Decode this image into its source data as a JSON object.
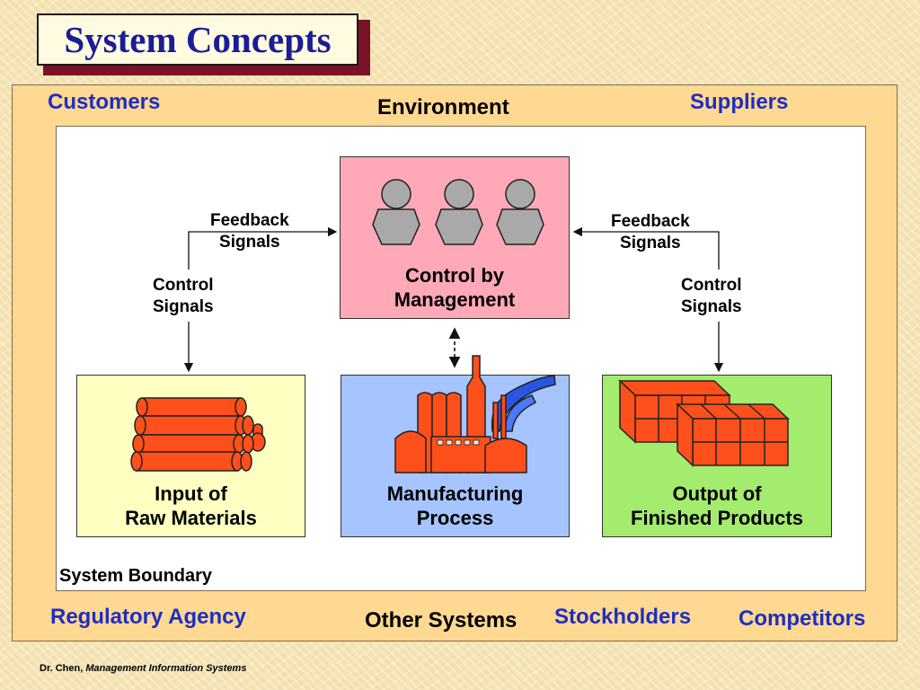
{
  "slide": {
    "title": "System Concepts",
    "footer_author": "Dr. Chen,",
    "footer_course": "Management Information Systems"
  },
  "environment": {
    "label": "Environment",
    "customers": "Customers",
    "suppliers": "Suppliers",
    "regulatory_agency": "Regulatory Agency",
    "other_systems": "Other Systems",
    "stockholders": "Stockholders",
    "competitors": "Competitors"
  },
  "system": {
    "boundary_label": "System Boundary",
    "management": {
      "line1": "Control by",
      "line2": "Management"
    },
    "input": {
      "line1": "Input of",
      "line2": "Raw Materials"
    },
    "process": {
      "line1": "Manufacturing",
      "line2": "Process"
    },
    "output": {
      "line1": "Output of",
      "line2": "Finished Products"
    }
  },
  "signals": {
    "feedback_left": {
      "line1": "Feedback",
      "line2": "Signals"
    },
    "feedback_right": {
      "line1": "Feedback",
      "line2": "Signals"
    },
    "control_left": {
      "line1": "Control",
      "line2": "Signals"
    },
    "control_right": {
      "line1": "Control",
      "line2": "Signals"
    }
  },
  "colors": {
    "title_text": "#1b1c98",
    "environment_label_blue": "#1f2ec0",
    "environment_bg": "#ffd892",
    "management_box": "#ffa8b8",
    "input_box": "#ffffc2",
    "process_box": "#a6c4ff",
    "output_box": "#a3ec6e",
    "object_orange": "#ff4f1a"
  },
  "icons": [
    "person-icon",
    "logs-icon",
    "factory-icon",
    "crates-icon"
  ]
}
